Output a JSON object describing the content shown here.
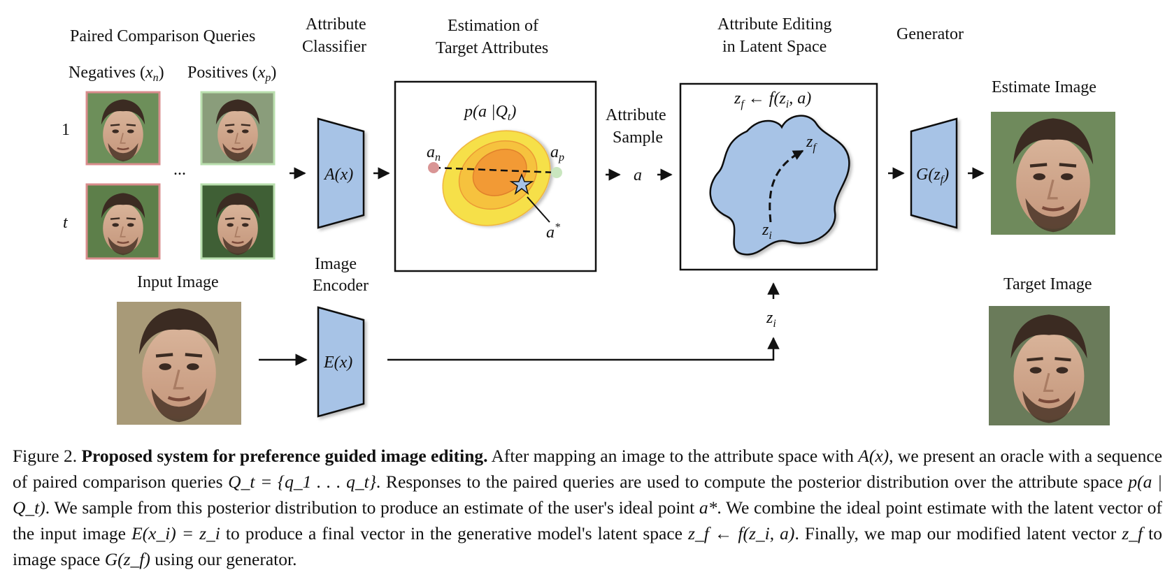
{
  "labels": {
    "paired_queries": "Paired Comparison Queries",
    "negatives": "Negatives (",
    "negatives_var": "x",
    "negatives_sub": "n",
    "negatives_close": ")",
    "positives": "Positives (",
    "positives_var": "x",
    "positives_sub": "p",
    "positives_close": ")",
    "row1": "1",
    "rowt": "t",
    "ellipsis": "...",
    "input_image": "Input Image",
    "attr_classifier_1": "Attribute",
    "attr_classifier_2": "Classifier",
    "image_encoder_1": "Image",
    "image_encoder_2": "Encoder",
    "estimation_1": "Estimation of",
    "estimation_2": "Target Attributes",
    "attr_sample_1": "Attribute",
    "attr_sample_2": "Sample",
    "attr_editing_1": "Attribute Editing",
    "attr_editing_2": "in Latent Space",
    "generator": "Generator",
    "estimate_image": "Estimate Image",
    "target_image": "Target Image"
  },
  "math": {
    "A_x": "A(x)",
    "E_x": "E(x)",
    "G_zf_base": "G(z",
    "G_zf_sub": "f",
    "G_zf_close": ")",
    "posterior": "p(a |Q",
    "posterior_sub": "t",
    "posterior_close": ")",
    "a_n": "a",
    "a_n_sub": "n",
    "a_p": "a",
    "a_p_sub": "p",
    "a_star": "a",
    "a_star_sup": "*",
    "a": "a",
    "zf_eq": "z",
    "zf_eq_sub": "f",
    "zf_eq_rest": " ← f(z",
    "zf_eq_sub2": "i",
    "zf_eq_end": ", a)",
    "zf": "z",
    "zf_sub": "f",
    "zi": "z",
    "zi_sub": "i",
    "zi_below": "z",
    "zi_below_sub": "i"
  },
  "caption": {
    "figure_no": "Figure 2.",
    "title": "Proposed system for preference guided image editing.",
    "s1": " After mapping an image to the attribute space with ",
    "m1": "A(x)",
    "s2": ", we present an oracle with a sequence of paired comparison queries ",
    "m2": "Q_t = {q_1 . . . q_t}",
    "s3": ". Responses to the paired queries are used to compute the posterior distribution over the attribute space ",
    "m3": "p(a | Q_t)",
    "s4": ". We sample from this posterior distribution to produce an estimate of the user's ideal point ",
    "m4": "a*",
    "s5": ". We combine the ideal point estimate with the latent vector of the input image ",
    "m5": "E(x_i) = z_i",
    "s6": " to produce a final vector in the generative model's latent space ",
    "m6": "z_f ← f(z_i, a)",
    "s7": ". Finally, we map our modified latent vector ",
    "m7": "z_f",
    "s8": " to image space ",
    "m8": "G(z_f)",
    "s9": " using our generator."
  },
  "colors": {
    "trapezoid_fill": "#a7c3e6",
    "negative_border": "#d98c8c",
    "positive_border": "#b9dfae",
    "contour_outer": "#f6e04a",
    "contour_mid": "#f6c23e",
    "contour_inner": "#f29a35",
    "latent_blob": "#a7c3e6",
    "a_n_dot": "#d99595",
    "a_p_dot": "#c9e6bf"
  },
  "icons": [
    "face-photo",
    "star-icon",
    "arrow-icon"
  ]
}
